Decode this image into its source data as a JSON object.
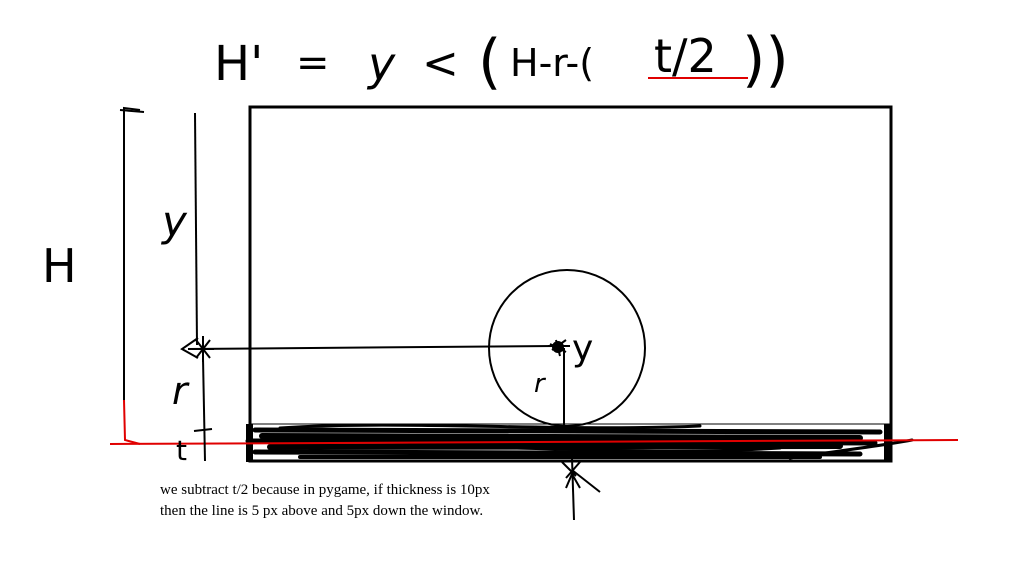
{
  "formula": {
    "lhs": "H'",
    "eq": "=",
    "var": "y",
    "op": "<",
    "paren_open": "(",
    "expr": "H-r-(",
    "t_half": "t/2",
    "close": "))"
  },
  "labels": {
    "H": "H",
    "y_left": "y",
    "y_center": "y",
    "r_left": "r",
    "r_radius": "r",
    "t": "t"
  },
  "note": {
    "line1": "we subtract t/2 because in pygame, if thickness is 10px",
    "line2": "then the line is 5 px above and 5px down the window."
  },
  "colors": {
    "ink": "#000000",
    "red": "#e00000"
  }
}
